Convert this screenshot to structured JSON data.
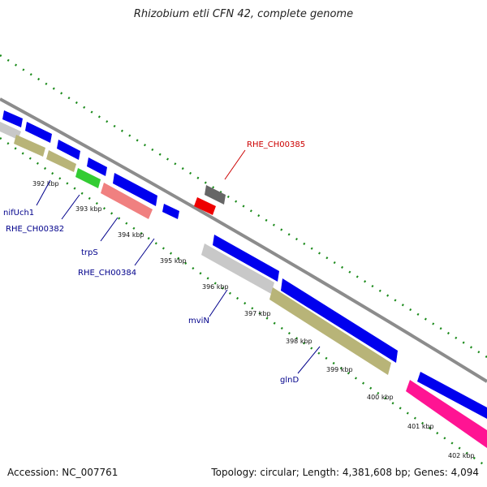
{
  "title": "Rhizobium etli CFN 42, complete genome",
  "footer": {
    "accession": "Accession: NC_007761",
    "summary": "Topology: circular; Length: 4,381,608 bp; Genes: 4,094"
  },
  "ticks": [
    "392 kbp",
    "393 kbp",
    "394 kbp",
    "395 kbp",
    "396 kbp",
    "397 kbp",
    "398 kbp",
    "399 kbp",
    "400 kbp",
    "401 kbp",
    "402 kbp"
  ],
  "gene_labels": {
    "nifUch1": "nifUch1",
    "rhe_ch00382": "RHE_CH00382",
    "trpS": "trpS",
    "rhe_ch00384": "RHE_CH00384",
    "rhe_ch00385": "RHE_CH00385",
    "mviN": "mviN",
    "glnD": "glnD"
  },
  "colors": {
    "backbone": "#8c8c8c",
    "gc_skew": "#1a8a1a",
    "forward_gene": "#0000ee",
    "grey_gene": "#c8c8c8",
    "olive_gene": "#b8b478",
    "green_gene": "#33cc33",
    "pink_gene": "#f08080",
    "dark_grey_gene": "#666666",
    "red_gene": "#ee0000",
    "magenta_gene": "#ff1493",
    "label_blue": "#00008b",
    "label_red": "#cc0000"
  }
}
